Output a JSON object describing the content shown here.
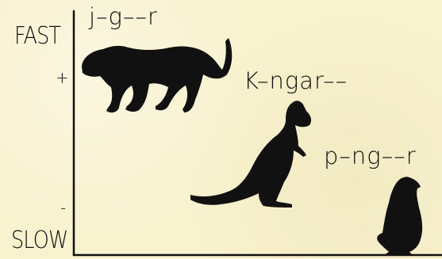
{
  "axis": {
    "top_label": "FAST",
    "bottom_label": "SLOW",
    "plus_mark": "+",
    "minus_mark": "-"
  },
  "animals": [
    {
      "word": "j–g––r",
      "icon": "jaguar-silhouette-icon"
    },
    {
      "word": "K–ngar––",
      "icon": "kangaroo-silhouette-icon"
    },
    {
      "word": "p–ng––r",
      "icon": "penguin-silhouette-icon"
    }
  ],
  "colors": {
    "background": "#f8f2cf",
    "ink": "#111111"
  }
}
